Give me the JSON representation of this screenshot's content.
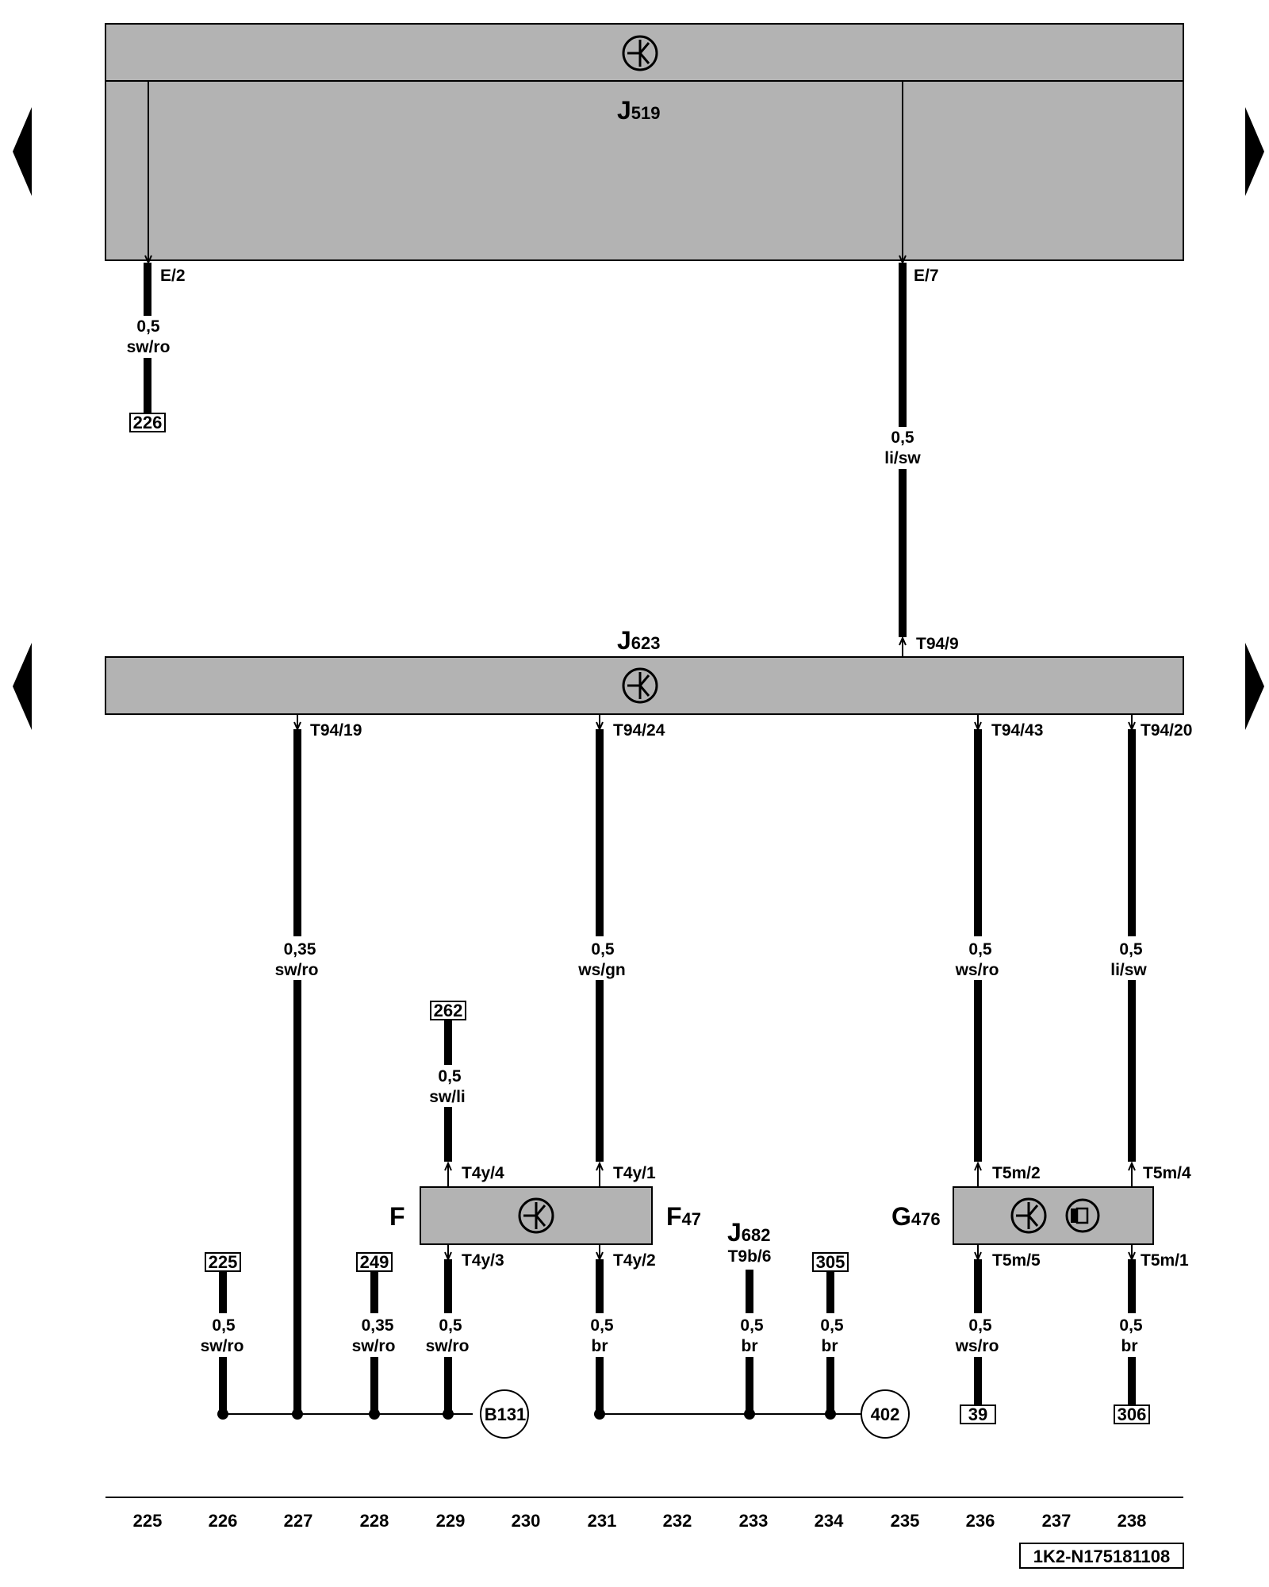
{
  "components": {
    "j519": {
      "letter": "J",
      "sub": "519"
    },
    "j623": {
      "letter": "J",
      "sub": "623"
    },
    "f": {
      "letter": "F"
    },
    "f47": {
      "letter": "F",
      "sub": "47"
    },
    "j682": {
      "letter": "J",
      "sub": "682",
      "pin": "T9b/6"
    },
    "g476": {
      "letter": "G",
      "sub": "476"
    }
  },
  "pins": {
    "e2": "E/2",
    "e7": "E/7",
    "t94_9": "T94/9",
    "t94_19": "T94/19",
    "t94_24": "T94/24",
    "t94_43": "T94/43",
    "t94_20": "T94/20",
    "t4y_4": "T4y/4",
    "t4y_1": "T4y/1",
    "t4y_3": "T4y/3",
    "t4y_2": "T4y/2",
    "t5m_2": "T5m/2",
    "t5m_4": "T5m/4",
    "t5m_5": "T5m/5",
    "t5m_1": "T5m/1"
  },
  "wires": [
    {
      "size": "0,5",
      "color": "sw/ro"
    },
    {
      "size": "0,5",
      "color": "li/sw"
    },
    {
      "size": "0,35",
      "color": "sw/ro"
    },
    {
      "size": "0,5",
      "color": "ws/gn"
    },
    {
      "size": "0,5",
      "color": "ws/ro"
    },
    {
      "size": "0,5",
      "color": "li/sw"
    },
    {
      "size": "0,5",
      "color": "sw/li"
    },
    {
      "size": "0,5",
      "color": "sw/ro"
    },
    {
      "size": "0,35",
      "color": "sw/ro"
    },
    {
      "size": "0,5",
      "color": "sw/ro"
    },
    {
      "size": "0,5",
      "color": "br"
    },
    {
      "size": "0,5",
      "color": "br"
    },
    {
      "size": "0,5",
      "color": "br"
    },
    {
      "size": "0,5",
      "color": "ws/ro"
    },
    {
      "size": "0,5",
      "color": "br"
    }
  ],
  "refs": [
    "226",
    "262",
    "225",
    "249",
    "305",
    "39",
    "306"
  ],
  "grounds": [
    "B131",
    "402"
  ],
  "tracks": [
    "225",
    "226",
    "227",
    "228",
    "229",
    "230",
    "231",
    "232",
    "233",
    "234",
    "235",
    "236",
    "237",
    "238"
  ],
  "doc_id": "1K2-N175181108",
  "colors": {
    "module_fill": "#b3b3b3",
    "line": "#000000",
    "background": "#ffffff"
  }
}
